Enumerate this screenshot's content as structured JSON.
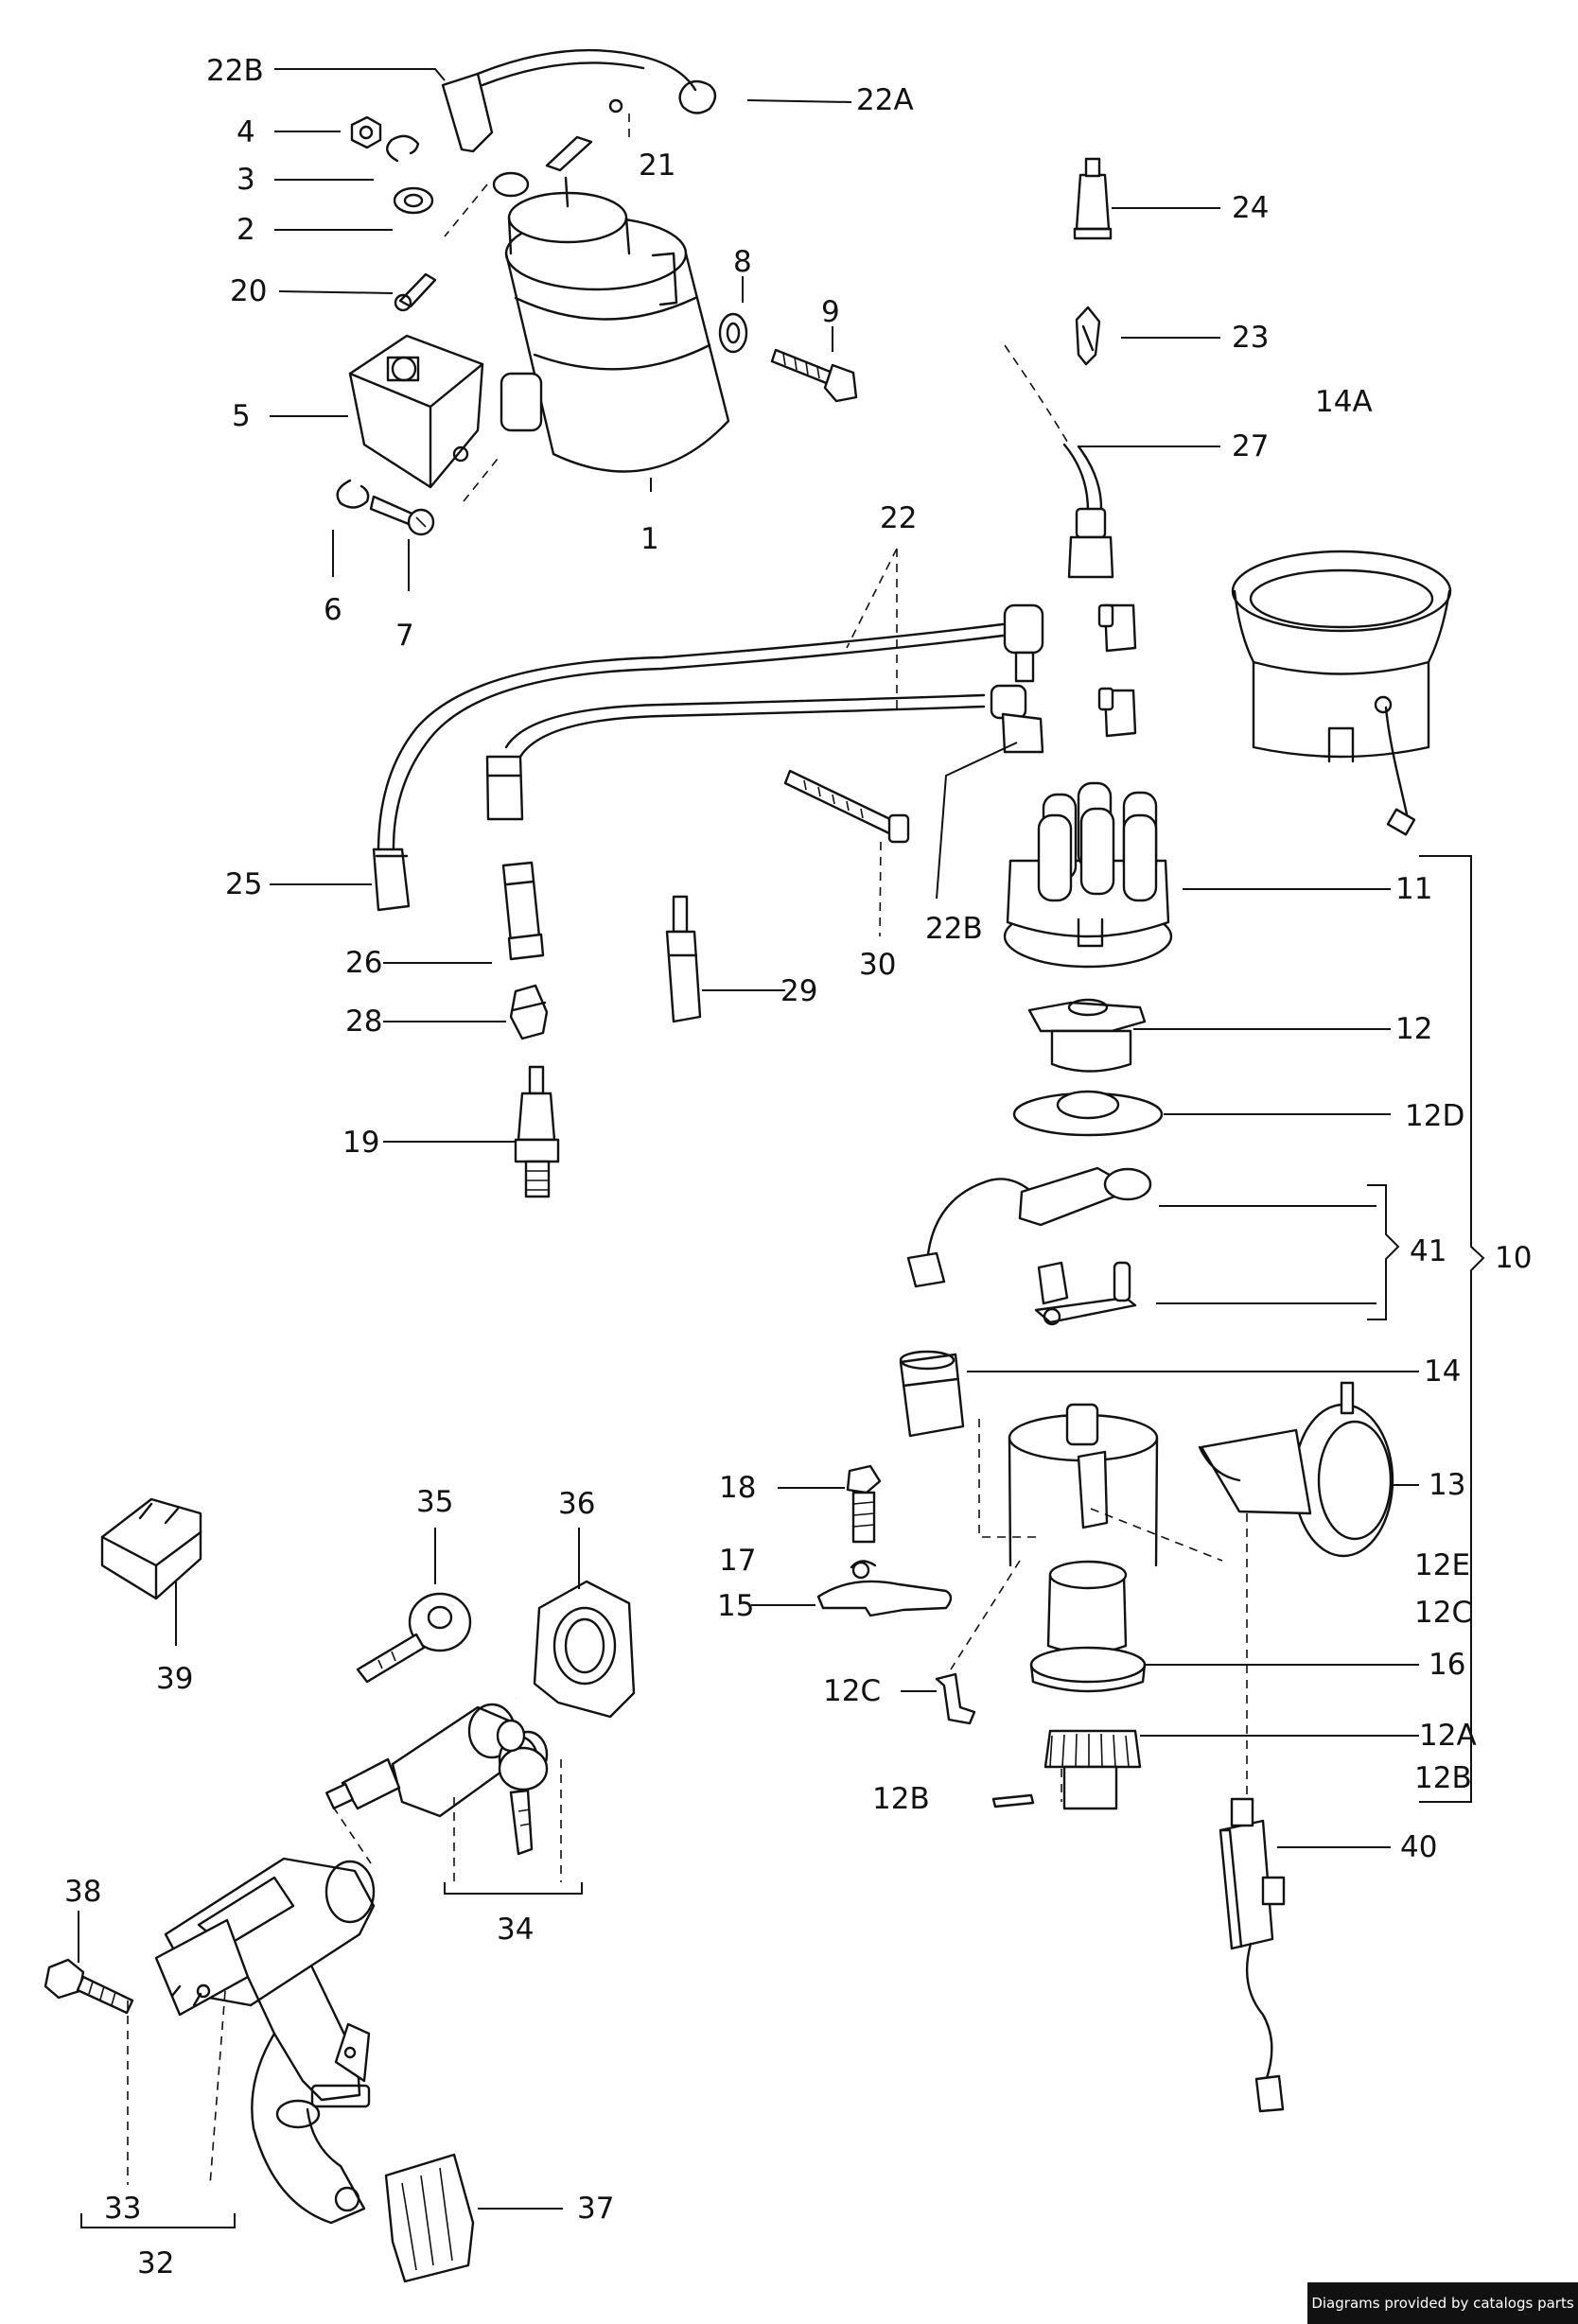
{
  "callouts": {
    "c22b_top": "22B",
    "c22a": "22A",
    "c4": "4",
    "c3": "3",
    "c2": "2",
    "c20": "20",
    "c21": "21",
    "c8": "8",
    "c9": "9",
    "c5": "5",
    "c1": "1",
    "c6": "6",
    "c7": "7",
    "c24": "24",
    "c23": "23",
    "c14a": "14A",
    "c27": "27",
    "c22": "22",
    "c25": "25",
    "c26": "26",
    "c28": "28",
    "c29": "29",
    "c30": "30",
    "c22b_mid": "22B",
    "c19": "19",
    "c11": "11",
    "c12": "12",
    "c12d": "12D",
    "c41": "41",
    "c10": "10",
    "c14": "14",
    "c18": "18",
    "c13": "13",
    "c17": "17",
    "c12e": "12E",
    "c15": "15",
    "c12c_right": "12C",
    "c16": "16",
    "c12c_left": "12C",
    "c12a": "12A",
    "c12b_right": "12B",
    "c12b_left": "12B",
    "c40": "40",
    "c39": "39",
    "c35": "35",
    "c36": "36",
    "c34": "34",
    "c38": "38",
    "c33": "33",
    "c37": "37",
    "c32": "32"
  },
  "footer": {
    "credit": "Diagrams provided by catalogs parts"
  }
}
